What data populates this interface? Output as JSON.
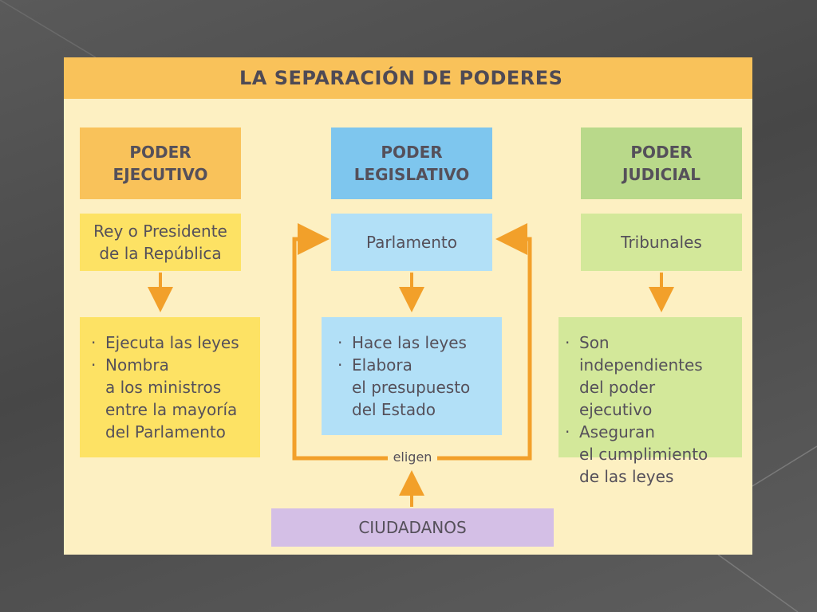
{
  "title": "LA SEPARACIÓN DE PODERES",
  "colors": {
    "background": "#4c4c4c",
    "panel": "#fdf0c2",
    "title_bar": "#f9c25a",
    "executive_header": "#f9c25a",
    "executive_body": "#fde264",
    "legislative_header": "#7ec6ee",
    "legislative_body": "#b2e0f7",
    "judicial_header": "#b9d98a",
    "judicial_body": "#d3e89a",
    "citizens": "#d4bfe6",
    "arrow": "#f2a02a"
  },
  "executive": {
    "header": "PODER\nEJECUTIVO",
    "body": "Rey o Presidente\nde la República",
    "functions": [
      "Ejecuta las leyes",
      "Nombra\na los ministros\nentre la mayoría\ndel Parlamento"
    ]
  },
  "legislative": {
    "header": "PODER\nLEGISLATIVO",
    "body": "Parlamento",
    "functions": [
      "Hace las leyes",
      "Elabora\nel presupuesto\ndel Estado"
    ]
  },
  "judicial": {
    "header": "PODER\nJUDICIAL",
    "body": "Tribunales",
    "functions": [
      "Son independientes\ndel poder ejecutivo",
      "Aseguran\nel cumplimiento\nde las leyes"
    ]
  },
  "citizens": {
    "label": "CIUDADANOS",
    "relation": "eligen"
  }
}
